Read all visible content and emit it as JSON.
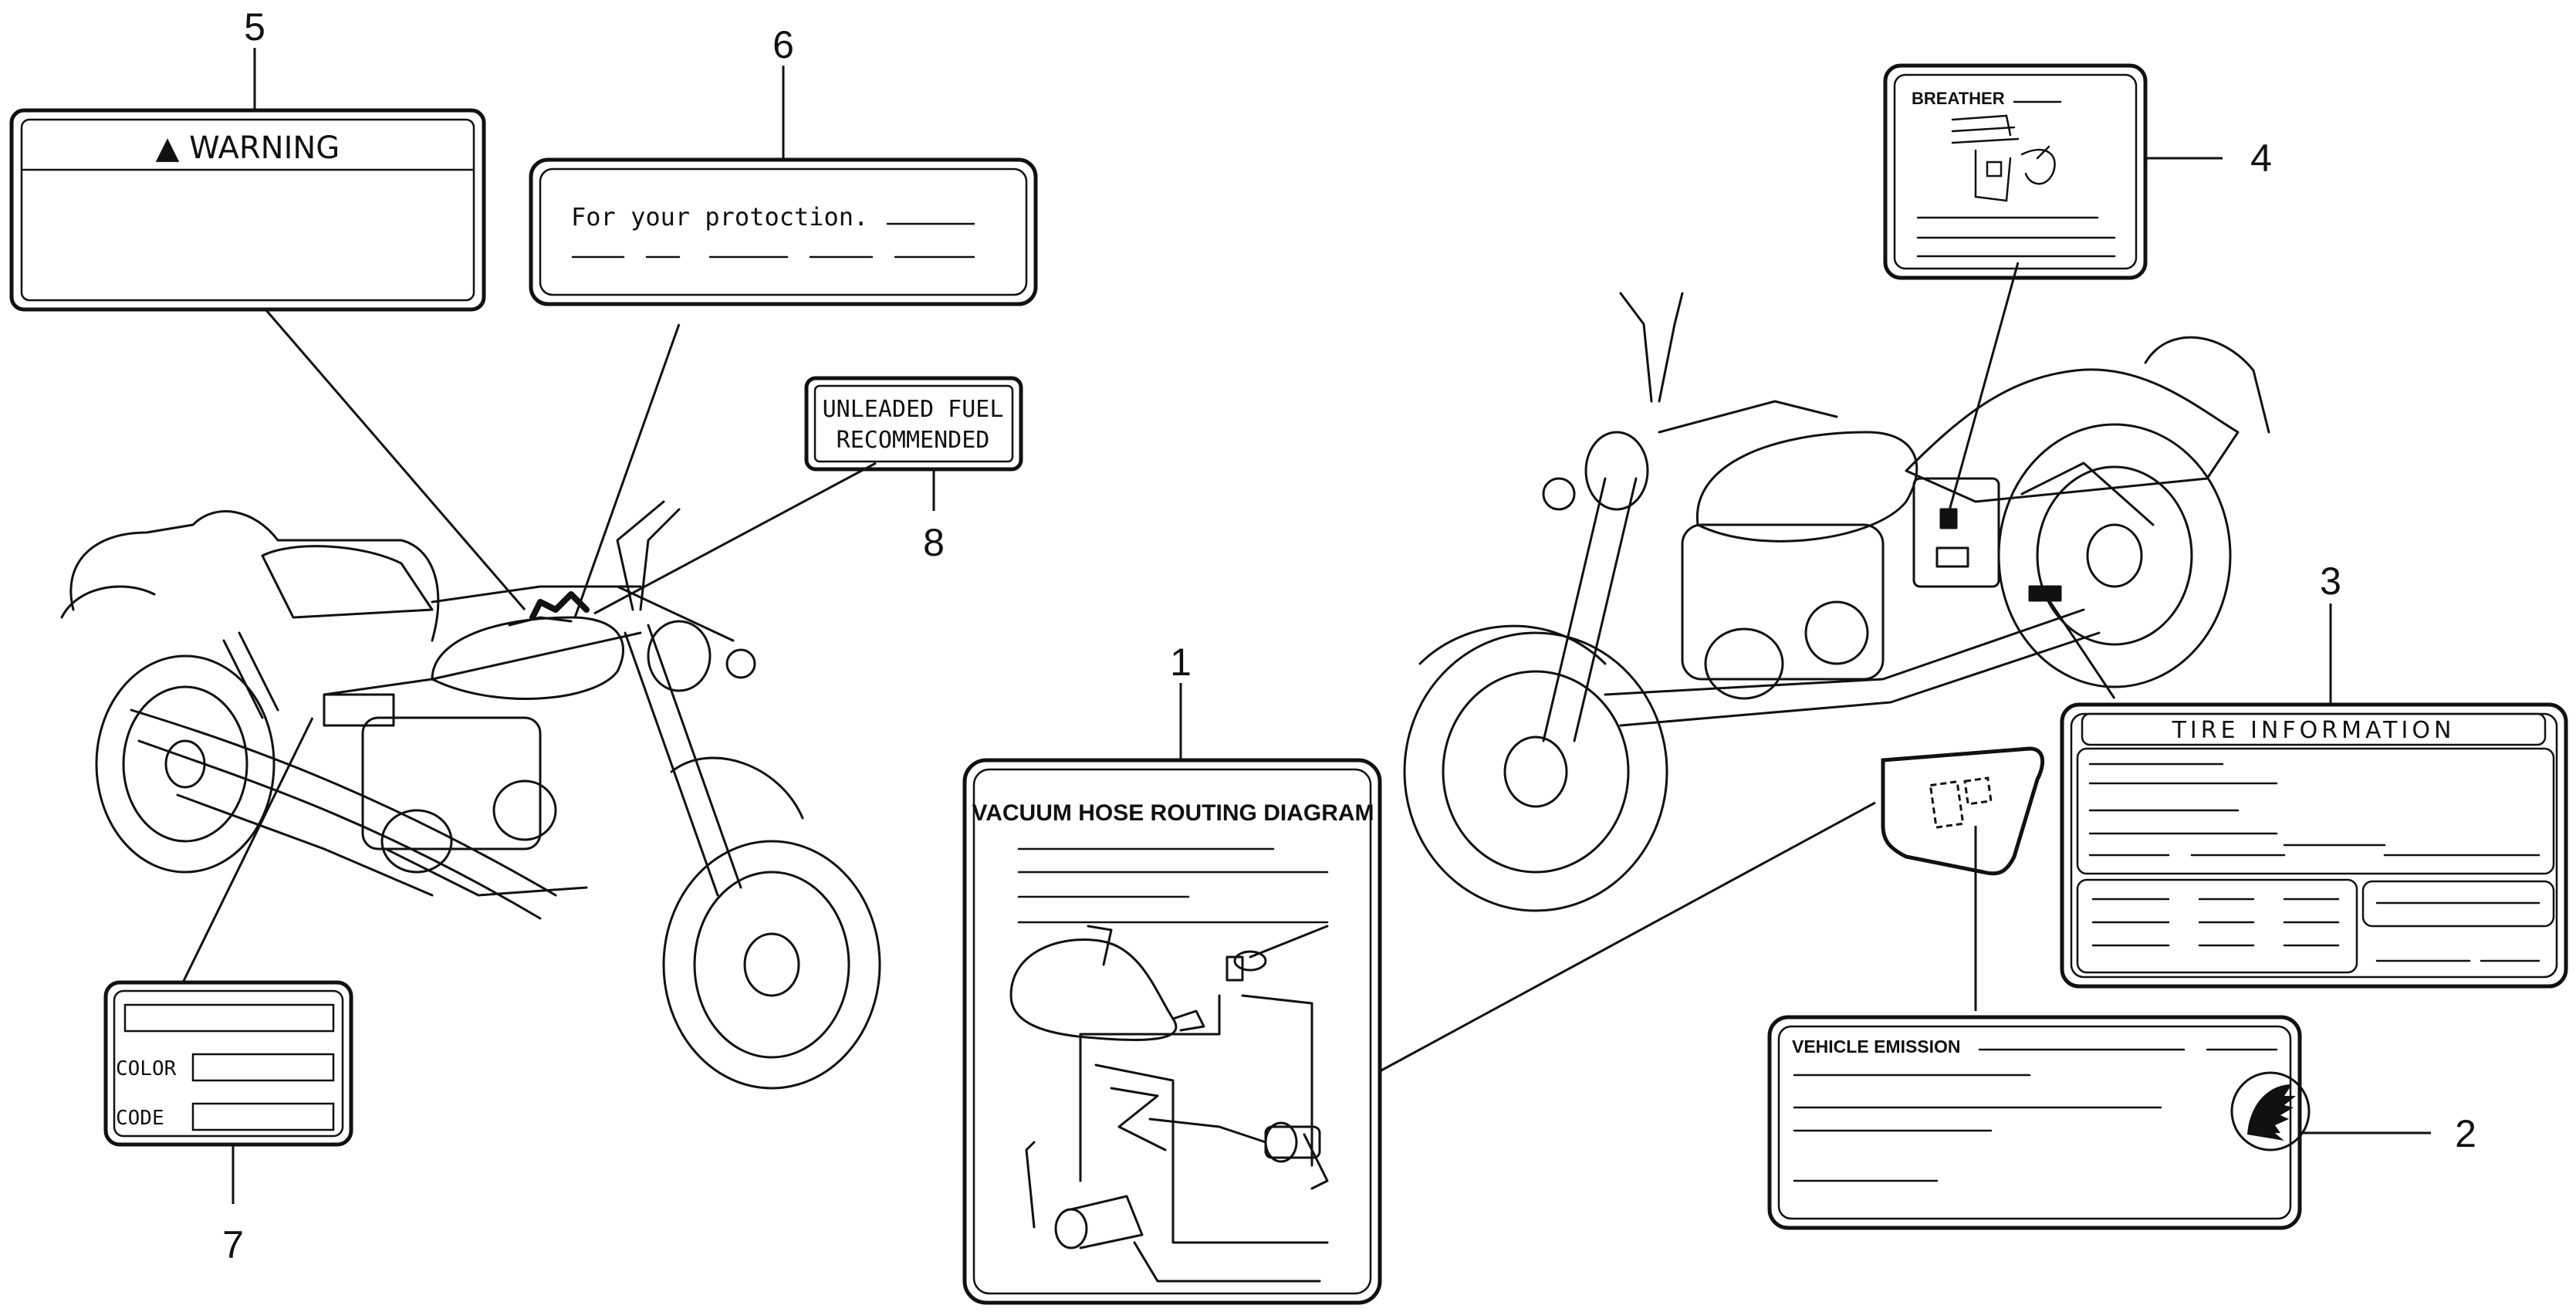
{
  "callouts": {
    "n1": "1",
    "n2": "2",
    "n3": "3",
    "n4": "4",
    "n5": "5",
    "n6": "6",
    "n7": "7",
    "n8": "8"
  },
  "labels": {
    "warning": "▲ WARNING",
    "protection": "For your protoction.",
    "unleaded_line1": "UNLEADED FUEL",
    "unleaded_line2": "RECOMMENDED",
    "color": "COLOR",
    "code": "CODE",
    "vacuum": "VACUUM HOSE ROUTING DIAGRAM",
    "breather": "BREATHER",
    "tire": "TIRE INFORMATION",
    "emission": "VEHICLE EMISSION"
  },
  "icons": [
    "motorcycle-left-icon",
    "motorcycle-right-icon",
    "honda-wing-icon",
    "breather-hand-icon",
    "emission-badge-icon"
  ]
}
